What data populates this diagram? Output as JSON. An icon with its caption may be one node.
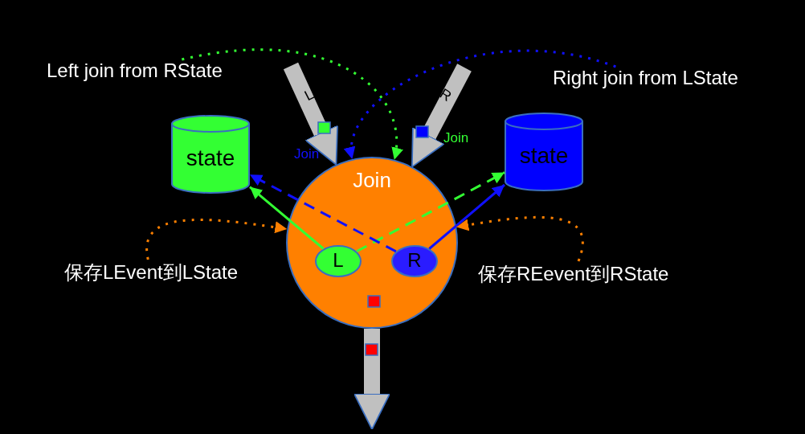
{
  "diagram": {
    "nodes": [
      {
        "text": [
          "Join"
        ]
      },
      {
        "text": [
          "L"
        ],
        "in": 0
      },
      {
        "text": [
          "R"
        ],
        "in": 0
      },
      {
        "text": [
          "state"
        ]
      },
      {
        "text": [
          "state"
        ]
      },
      {
        "text": [
          "Left join from RState"
        ]
      },
      {
        "text": [
          "Right join from LState"
        ]
      },
      {
        "text": [
          "保存LEvent到LState"
        ]
      },
      {
        "text": [
          "保存REevent到RState"
        ]
      }
    ],
    "edges": [
      {
        "from": 1,
        "to": 3,
        "arrow": "to",
        "color": "#33ff33"
      },
      {
        "from": 1,
        "to": 4,
        "arrow": "to",
        "style": "dashed",
        "color": "#33ff33"
      },
      {
        "from": 2,
        "to": 4,
        "arrow": "to",
        "color": "#1010ff"
      },
      {
        "from": 2,
        "to": 3,
        "arrow": "to",
        "style": "dashed",
        "color": "#1010ff"
      },
      {
        "from": null,
        "to": 0,
        "arrow": "to",
        "label": "L",
        "style": "thick",
        "color": "#c0c0c0"
      },
      {
        "from": null,
        "to": 0,
        "arrow": "to",
        "label": "R",
        "style": "thick",
        "color": "#c0c0c0"
      },
      {
        "from": 0,
        "to": null,
        "arrow": "to",
        "style": "thick",
        "color": "#c0c0c0"
      },
      {
        "from": 5,
        "to": 0,
        "arrow": "to",
        "style": "dashed",
        "color": "#33ff33"
      },
      {
        "from": 6,
        "to": 0,
        "arrow": "to",
        "style": "dashed",
        "color": "#1010ff"
      },
      {
        "from": 7,
        "to": 0,
        "arrow": "to",
        "style": "dashed",
        "color": "#ff8000"
      },
      {
        "from": 8,
        "to": 0,
        "arrow": "to",
        "style": "dashed",
        "color": "#ff8000"
      }
    ],
    "labels": [
      "Join",
      "Join"
    ]
  }
}
